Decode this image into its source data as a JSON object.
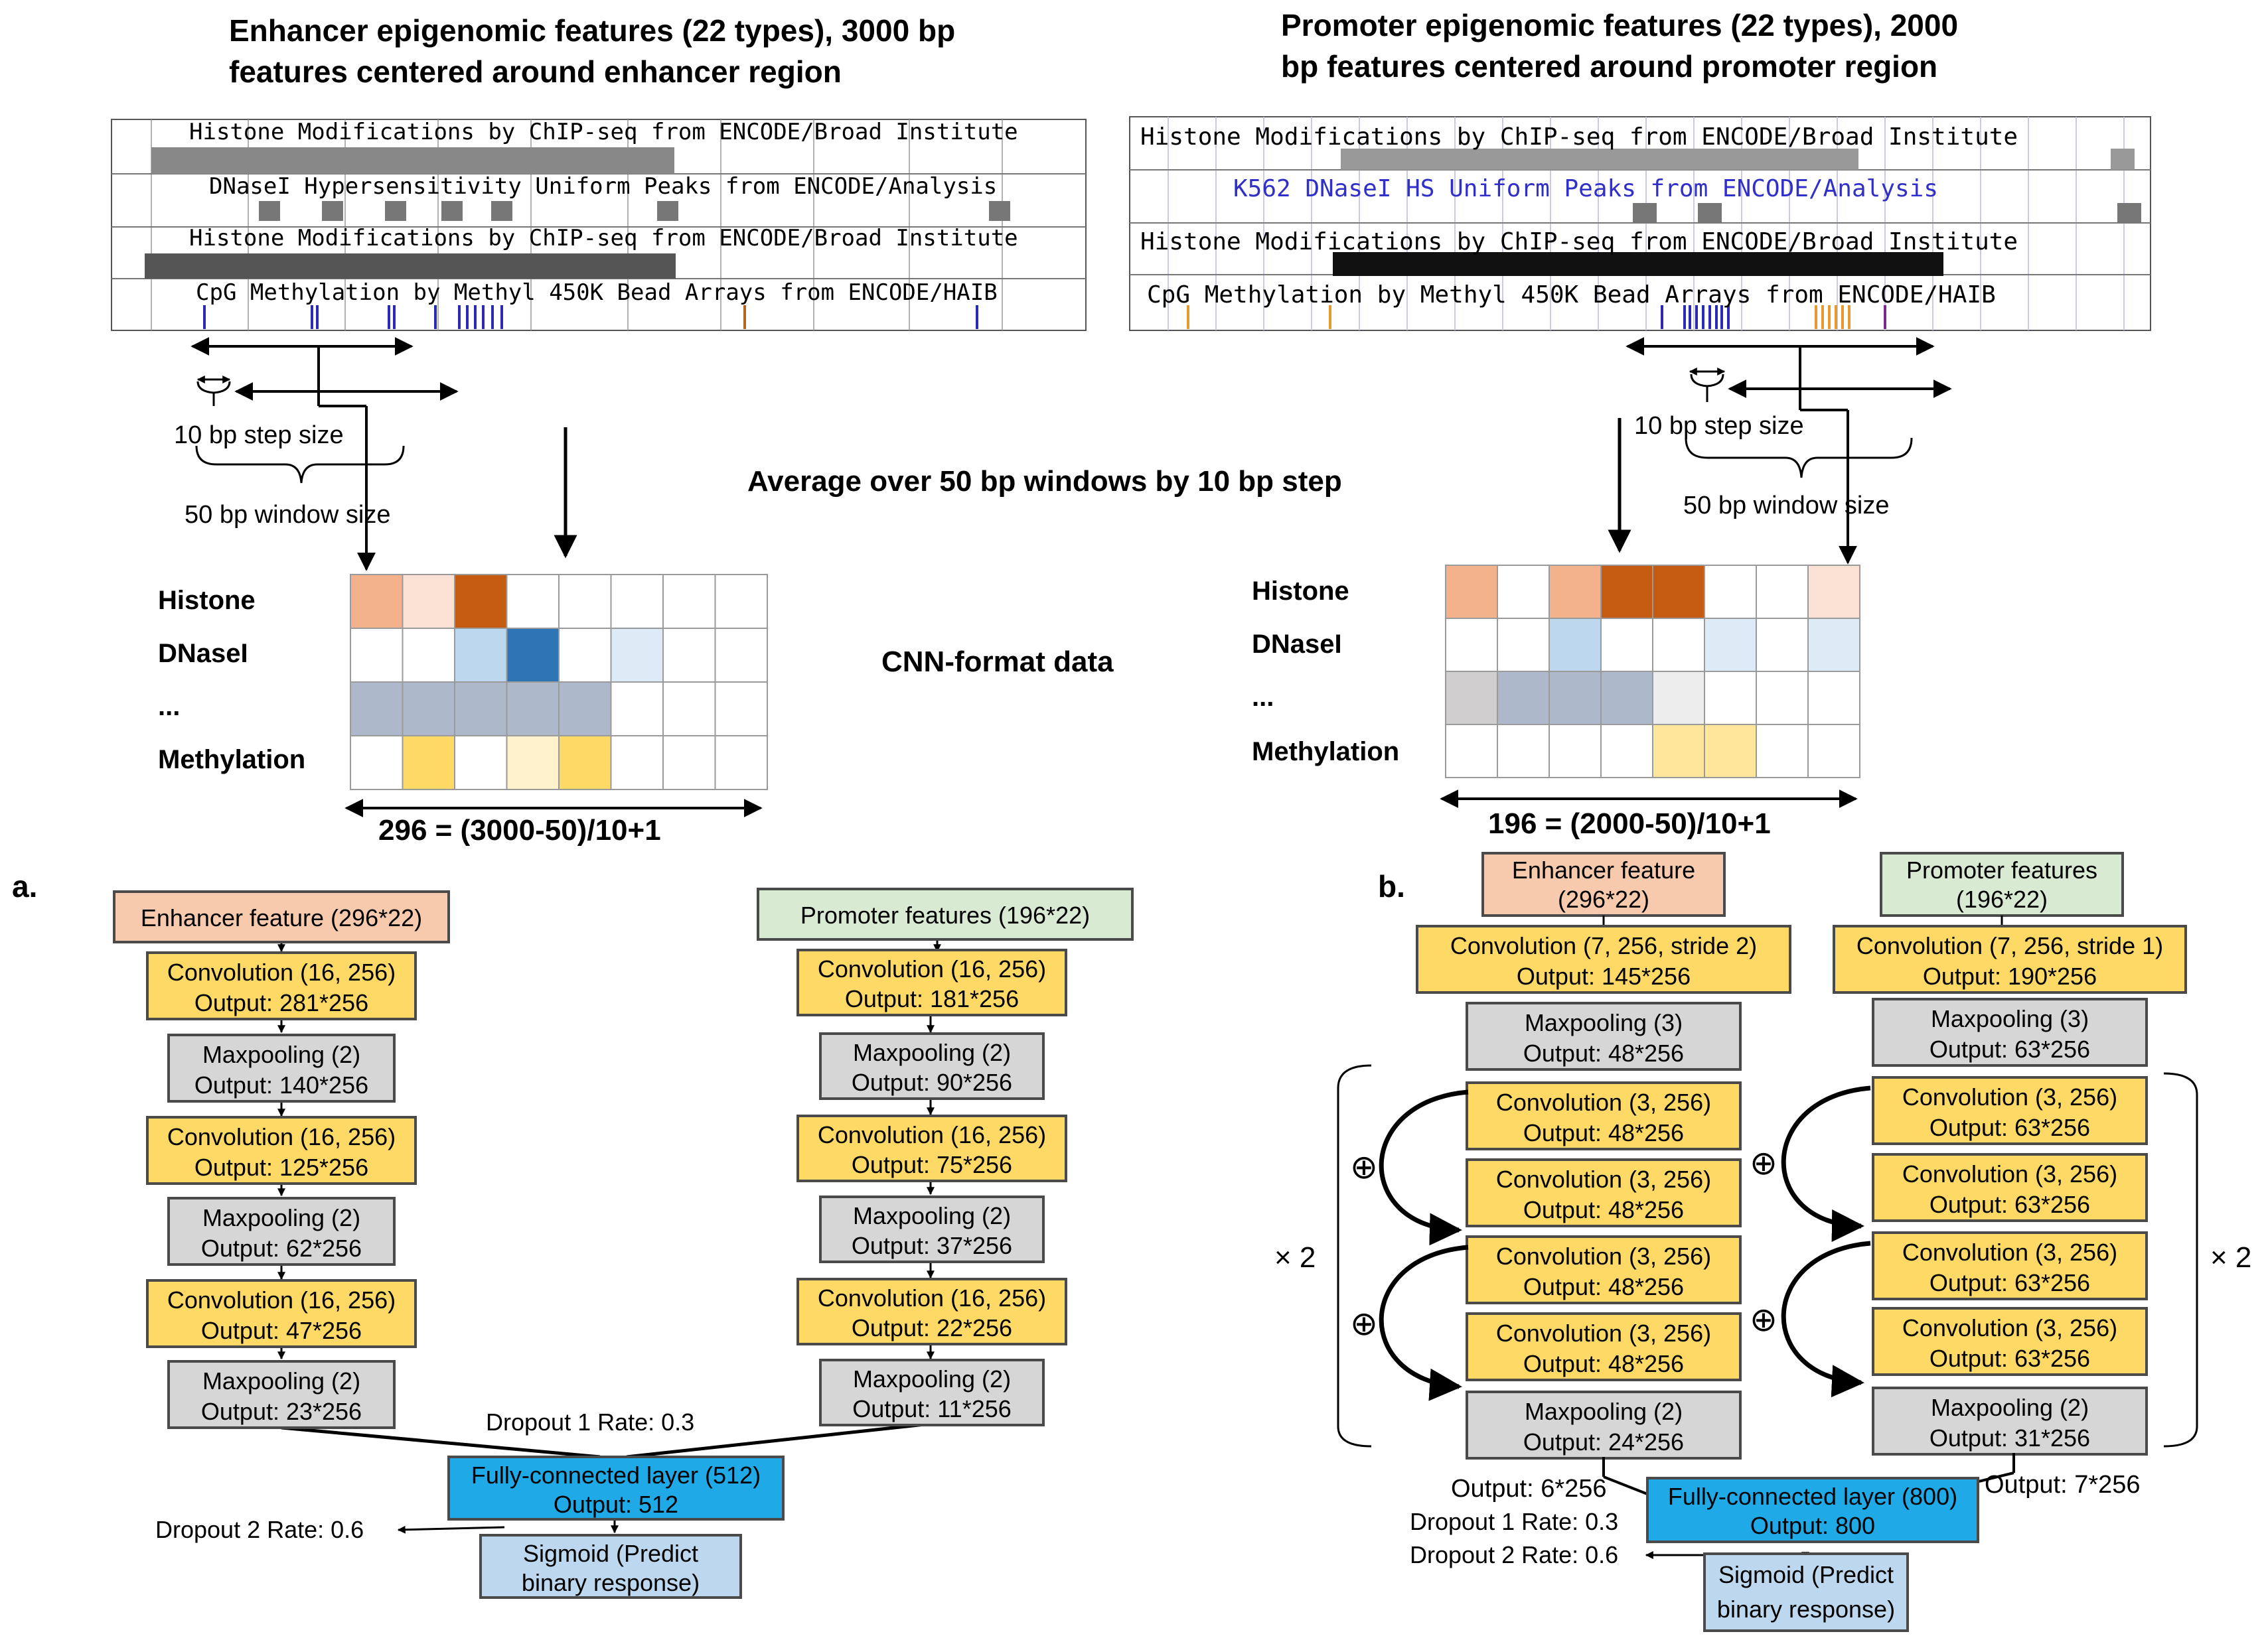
{
  "top": {
    "enhancer_title": [
      "Enhancer epigenomic features (22 types), 3000 bp",
      "features centered around enhancer region"
    ],
    "promoter_title": [
      "Promoter epigenomic features (22 types), 2000",
      "bp features centered around promoter region"
    ],
    "avg_label": "Average over 50 bp windows by 10 bp step",
    "step_label": "10 bp step size",
    "window_label": "50 bp window size",
    "cnn_label": "CNN-format data",
    "row_labels": [
      "Histone",
      "DNaseI",
      "...",
      "Methylation"
    ],
    "enhancer_dim": "296 = (3000-50)/10+1",
    "promoter_dim": "196 = (2000-50)/10+1"
  },
  "tracks": {
    "enhancer": [
      "Histone Modifications by ChIP-seq from ENCODE/Broad Institute",
      "DNaseI Hypersensitivity Uniform Peaks from ENCODE/Analysis",
      "Histone Modifications by ChIP-seq from ENCODE/Broad Institute",
      "CpG Methylation by Methyl 450K Bead Arrays from ENCODE/HAIB"
    ],
    "promoter": [
      "Histone Modifications by ChIP-seq from ENCODE/Broad Institute",
      "K562 DNaseI HS Uniform Peaks from ENCODE/Analysis",
      "Histone Modifications by ChIP-seq from ENCODE/Broad Institute",
      "CpG Methylation by Methyl 450K Bead Arrays from ENCODE/HAIB"
    ]
  },
  "colors": {
    "peach": "#f7c9ad",
    "green": "#d9ead3",
    "yellow": "#ffd966",
    "gray": "#d6d6d6",
    "blue": "#1fa9e6",
    "lightblue": "#bdd7ee",
    "border": "#4a4a4a"
  },
  "a": {
    "label": "a.",
    "enh_input": "Enhancer feature (296*22)",
    "pro_input": "Promoter features (196*22)",
    "enh_layers": [
      [
        "Convolution (16, 256)",
        "Output: 281*256"
      ],
      [
        "Maxpooling (2)",
        "Output: 140*256"
      ],
      [
        "Convolution (16, 256)",
        "Output: 125*256"
      ],
      [
        "Maxpooling (2)",
        "Output: 62*256"
      ],
      [
        "Convolution (16, 256)",
        "Output: 47*256"
      ],
      [
        "Maxpooling (2)",
        "Output: 23*256"
      ]
    ],
    "pro_layers": [
      [
        "Convolution (16, 256)",
        "Output: 181*256"
      ],
      [
        "Maxpooling (2)",
        "Output: 90*256"
      ],
      [
        "Convolution (16, 256)",
        "Output: 75*256"
      ],
      [
        "Maxpooling (2)",
        "Output: 37*256"
      ],
      [
        "Convolution (16, 256)",
        "Output: 22*256"
      ],
      [
        "Maxpooling (2)",
        "Output: 11*256"
      ]
    ],
    "dropout1": "Dropout 1 Rate: 0.3",
    "fc": [
      "Fully-connected layer (512)",
      "Output: 512"
    ],
    "dropout2": "Dropout 2 Rate: 0.6",
    "sigmoid": [
      "Sigmoid (Predict",
      "binary response)"
    ]
  },
  "b": {
    "label": "b.",
    "enh_input": [
      "Enhancer feature",
      "(296*22)"
    ],
    "pro_input": [
      "Promoter features",
      "(196*22)"
    ],
    "enh_layers": [
      [
        "Convolution (7, 256, stride 2)",
        "Output: 145*256"
      ],
      [
        "Maxpooling (3)",
        "Output: 48*256"
      ],
      [
        "Convolution (3, 256)",
        "Output: 48*256"
      ],
      [
        "Convolution (3, 256)",
        "Output: 48*256"
      ],
      [
        "Convolution (3, 256)",
        "Output: 48*256"
      ],
      [
        "Convolution (3, 256)",
        "Output: 48*256"
      ],
      [
        "Maxpooling (2)",
        "Output: 24*256"
      ]
    ],
    "pro_layers": [
      [
        "Convolution (7, 256, stride 1)",
        "Output: 190*256"
      ],
      [
        "Maxpooling (3)",
        "Output: 63*256"
      ],
      [
        "Convolution (3, 256)",
        "Output: 63*256"
      ],
      [
        "Convolution (3, 256)",
        "Output: 63*256"
      ],
      [
        "Convolution (3, 256)",
        "Output: 63*256"
      ],
      [
        "Convolution (3, 256)",
        "Output: 63*256"
      ],
      [
        "Maxpooling (2)",
        "Output: 31*256"
      ]
    ],
    "times": "× 2",
    "plus": "⊕",
    "enh_out": "Output: 6*256",
    "pro_out": "Output: 7*256",
    "dropout1": "Dropout 1 Rate: 0.3",
    "dropout2": "Dropout 2 Rate: 0.6",
    "fc": [
      "Fully-connected layer (800)",
      "Output: 800"
    ],
    "sigmoid": [
      "Sigmoid (Predict",
      "binary response)"
    ]
  }
}
